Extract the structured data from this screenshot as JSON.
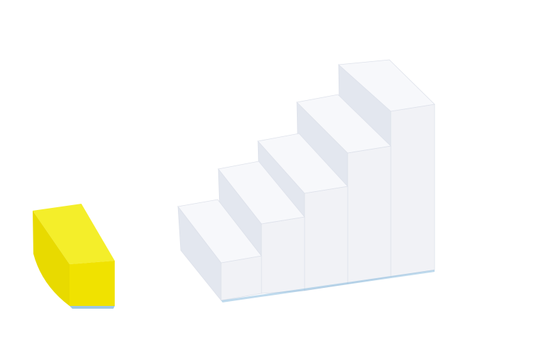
{
  "scene": {
    "background": "#ffffff",
    "objects": [
      {
        "name": "white-stair-blocks",
        "steps": 5,
        "color": "#eef0f5"
      },
      {
        "name": "yellow-quarter-cylinder-block",
        "color": "#f2e600"
      }
    ]
  }
}
